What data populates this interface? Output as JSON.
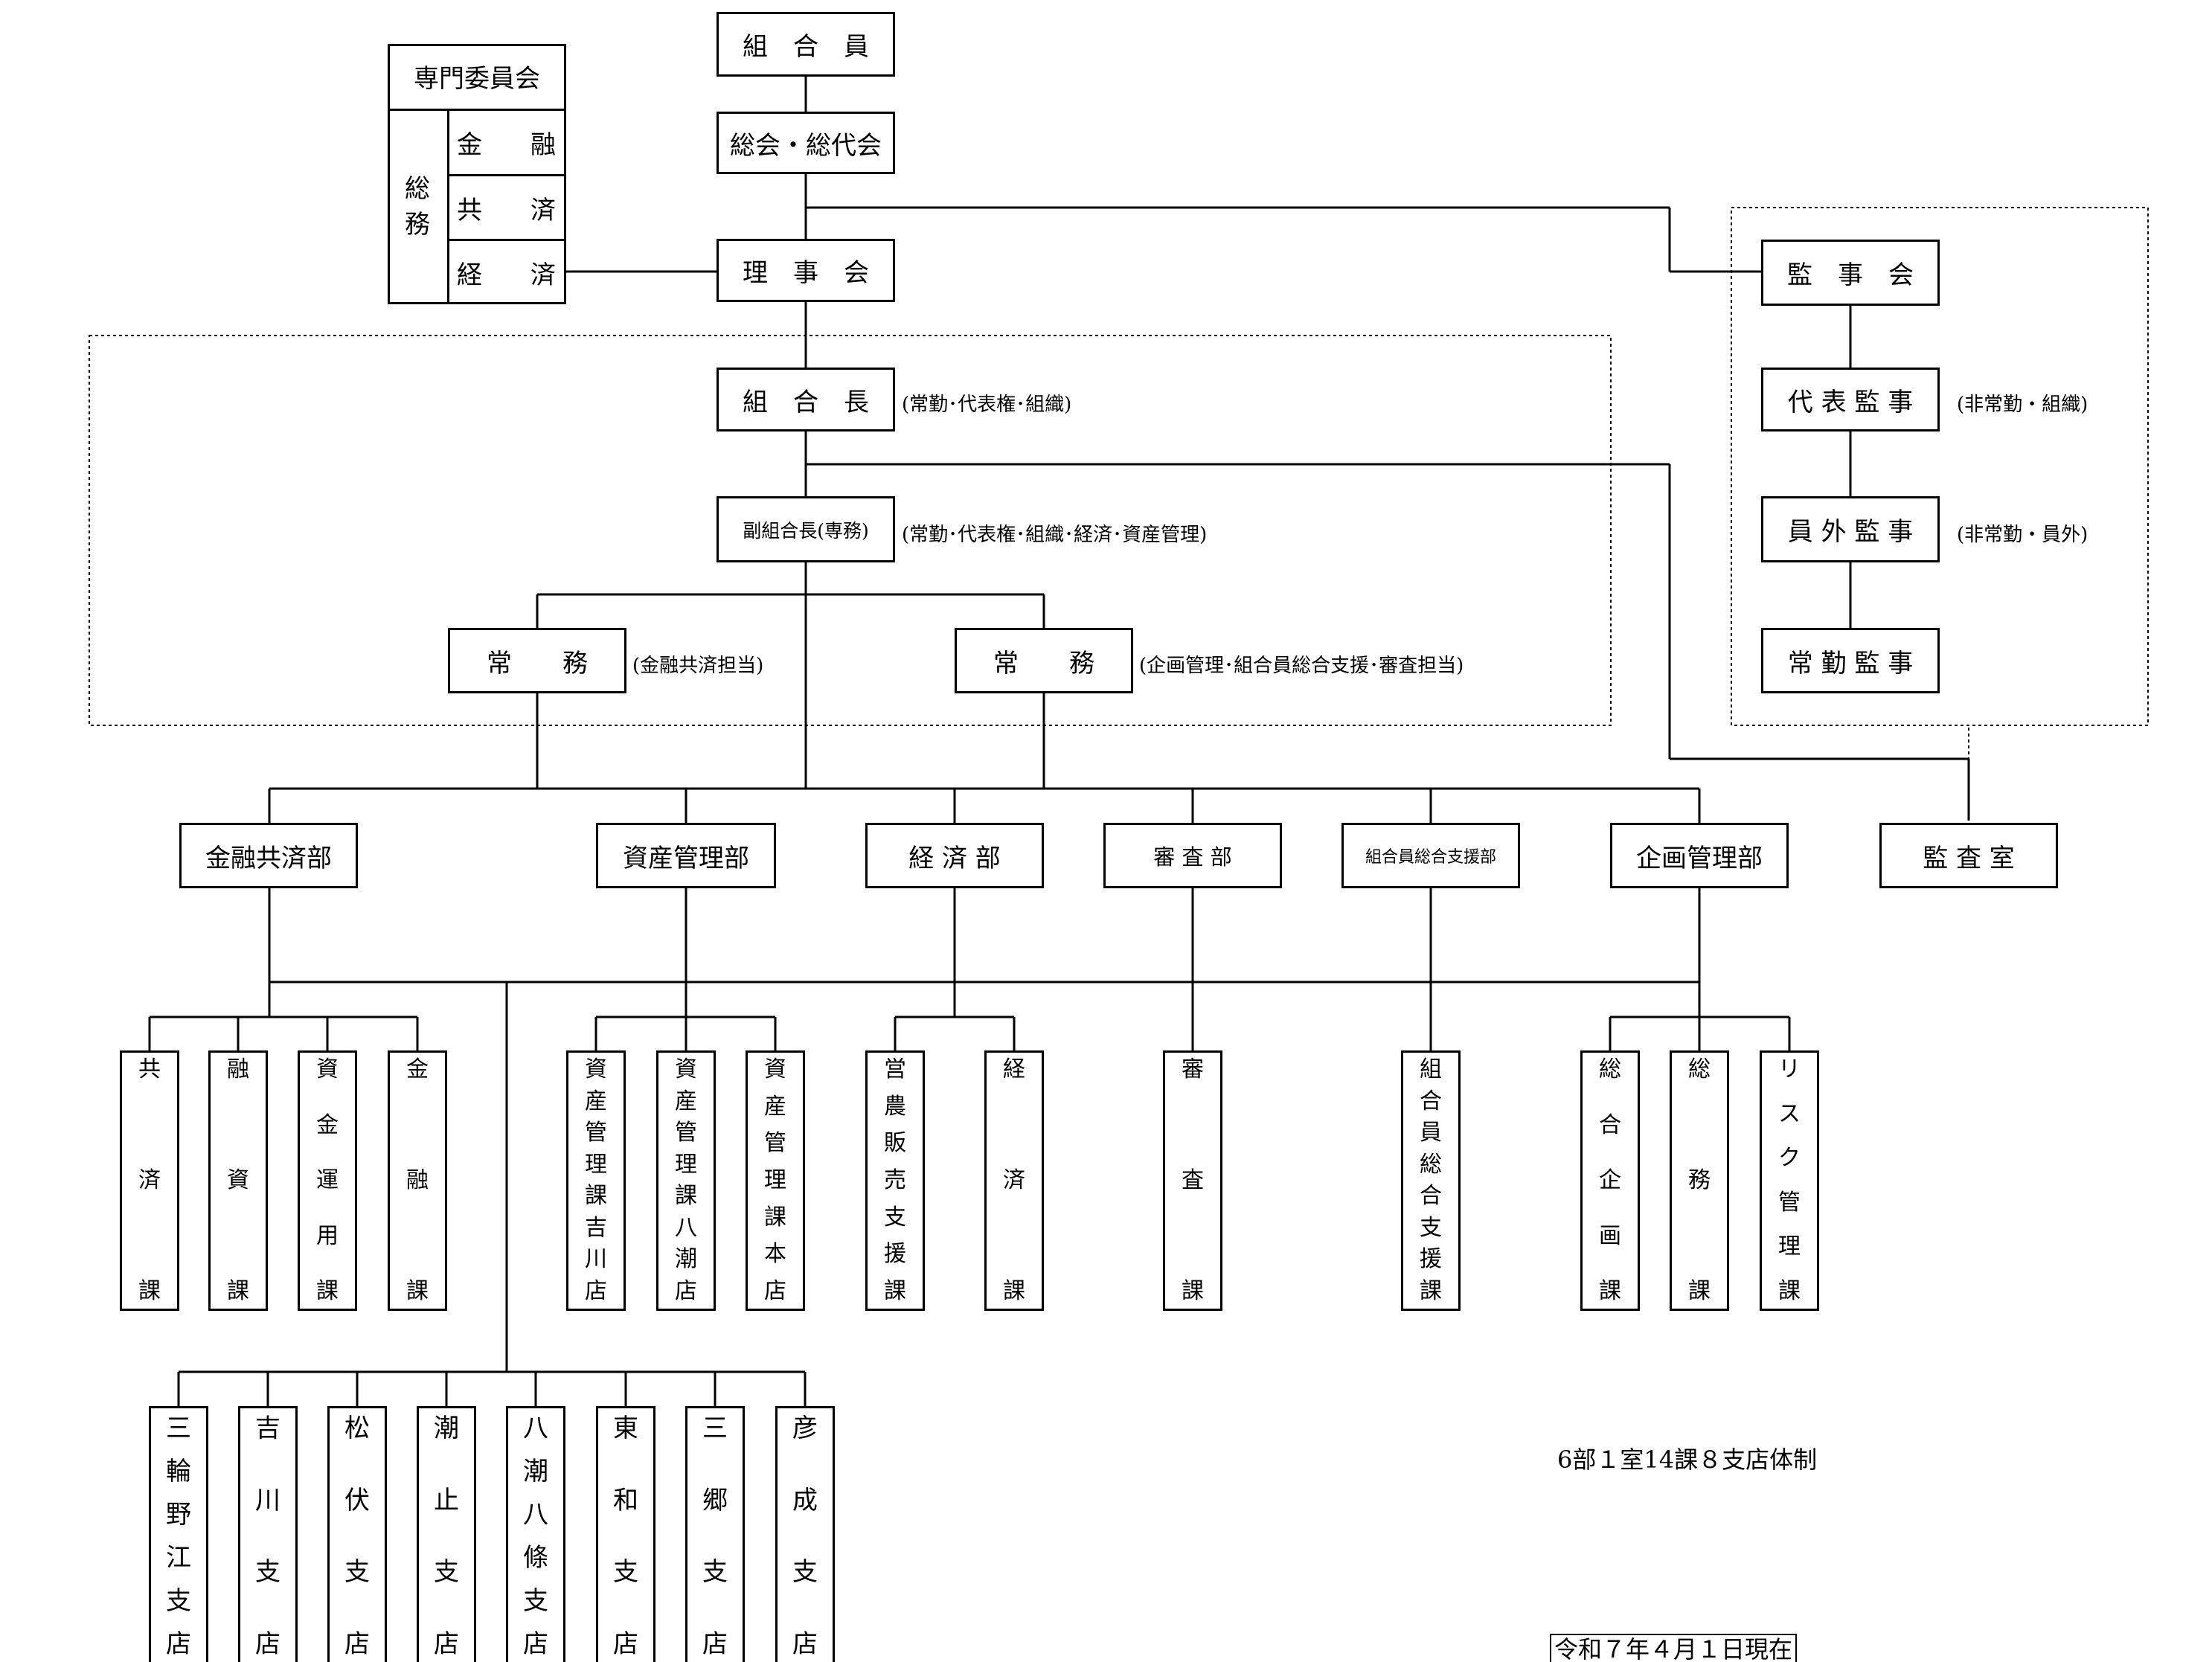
{
  "top": {
    "members": "組　合　員",
    "general_meeting": "総会・総代会",
    "board": "理　事　会",
    "president": "組　合　長",
    "president_note": "(常勤･代表権･組織)",
    "vice_president": "副組合長(専務)",
    "vice_president_note": "(常勤･代表権･組織･経済･資産管理)",
    "director_left": "常　　務",
    "director_left_note": "(金融共済担当)",
    "director_right": "常　　務",
    "director_right_note": "(企画管理･組合員総合支援･審査担当)"
  },
  "committee": {
    "title": "専門委員会",
    "group_label": [
      "総",
      "務"
    ],
    "items": [
      [
        "金",
        "融"
      ],
      [
        "共",
        "済"
      ],
      [
        "経",
        "済"
      ]
    ]
  },
  "audit": {
    "board": "監　事　会",
    "rep": "代 表 監 事",
    "rep_note": "(非常勤・組織)",
    "outside": "員 外 監 事",
    "outside_note": "(非常勤・員外)",
    "fulltime": "常 勤 監 事",
    "office": "監 査 室"
  },
  "departments": [
    "金融共済部",
    "資産管理部",
    "経 済 部",
    "審 査 部",
    "組合員総合支援部",
    "企画管理部"
  ],
  "sections": [
    {
      "chars": [
        "共",
        "済",
        "課"
      ]
    },
    {
      "chars": [
        "融",
        "資",
        "課"
      ]
    },
    {
      "chars": [
        "資",
        "金",
        "運",
        "用",
        "課"
      ]
    },
    {
      "chars": [
        "金",
        "融",
        "課"
      ]
    },
    {
      "chars": [
        "資",
        "産",
        "管",
        "理",
        "課",
        "吉",
        "川",
        "店"
      ]
    },
    {
      "chars": [
        "資",
        "産",
        "管",
        "理",
        "課",
        "八",
        "潮",
        "店"
      ]
    },
    {
      "chars": [
        "資",
        "産",
        "管",
        "理",
        "課",
        "本",
        "店"
      ]
    },
    {
      "chars": [
        "営",
        "農",
        "販",
        "売",
        "支",
        "援",
        "課"
      ]
    },
    {
      "chars": [
        "経",
        "済",
        "課"
      ]
    },
    {
      "chars": [
        "審",
        "査",
        "課"
      ]
    },
    {
      "chars": [
        "組",
        "合",
        "員",
        "総",
        "合",
        "支",
        "援",
        "課"
      ]
    },
    {
      "chars": [
        "総",
        "合",
        "企",
        "画",
        "課"
      ]
    },
    {
      "chars": [
        "総",
        "務",
        "課"
      ]
    },
    {
      "chars": [
        "リ",
        "ス",
        "ク",
        "管",
        "理",
        "課"
      ]
    }
  ],
  "branches": [
    {
      "chars": [
        "三",
        "輪",
        "野",
        "江",
        "支",
        "店"
      ]
    },
    {
      "chars": [
        "吉",
        "川",
        "支",
        "店"
      ]
    },
    {
      "chars": [
        "松",
        "伏",
        "支",
        "店"
      ]
    },
    {
      "chars": [
        "潮",
        "止",
        "支",
        "店"
      ]
    },
    {
      "chars": [
        "八",
        "潮",
        "八",
        "條",
        "支",
        "店"
      ]
    },
    {
      "chars": [
        "東",
        "和",
        "支",
        "店"
      ]
    },
    {
      "chars": [
        "三",
        "郷",
        "支",
        "店"
      ]
    },
    {
      "chars": [
        "彦",
        "成",
        "支",
        "店"
      ]
    }
  ],
  "footer": {
    "summary": "6部１室14課８支店体制",
    "date": "令和７年４月１日現在"
  }
}
